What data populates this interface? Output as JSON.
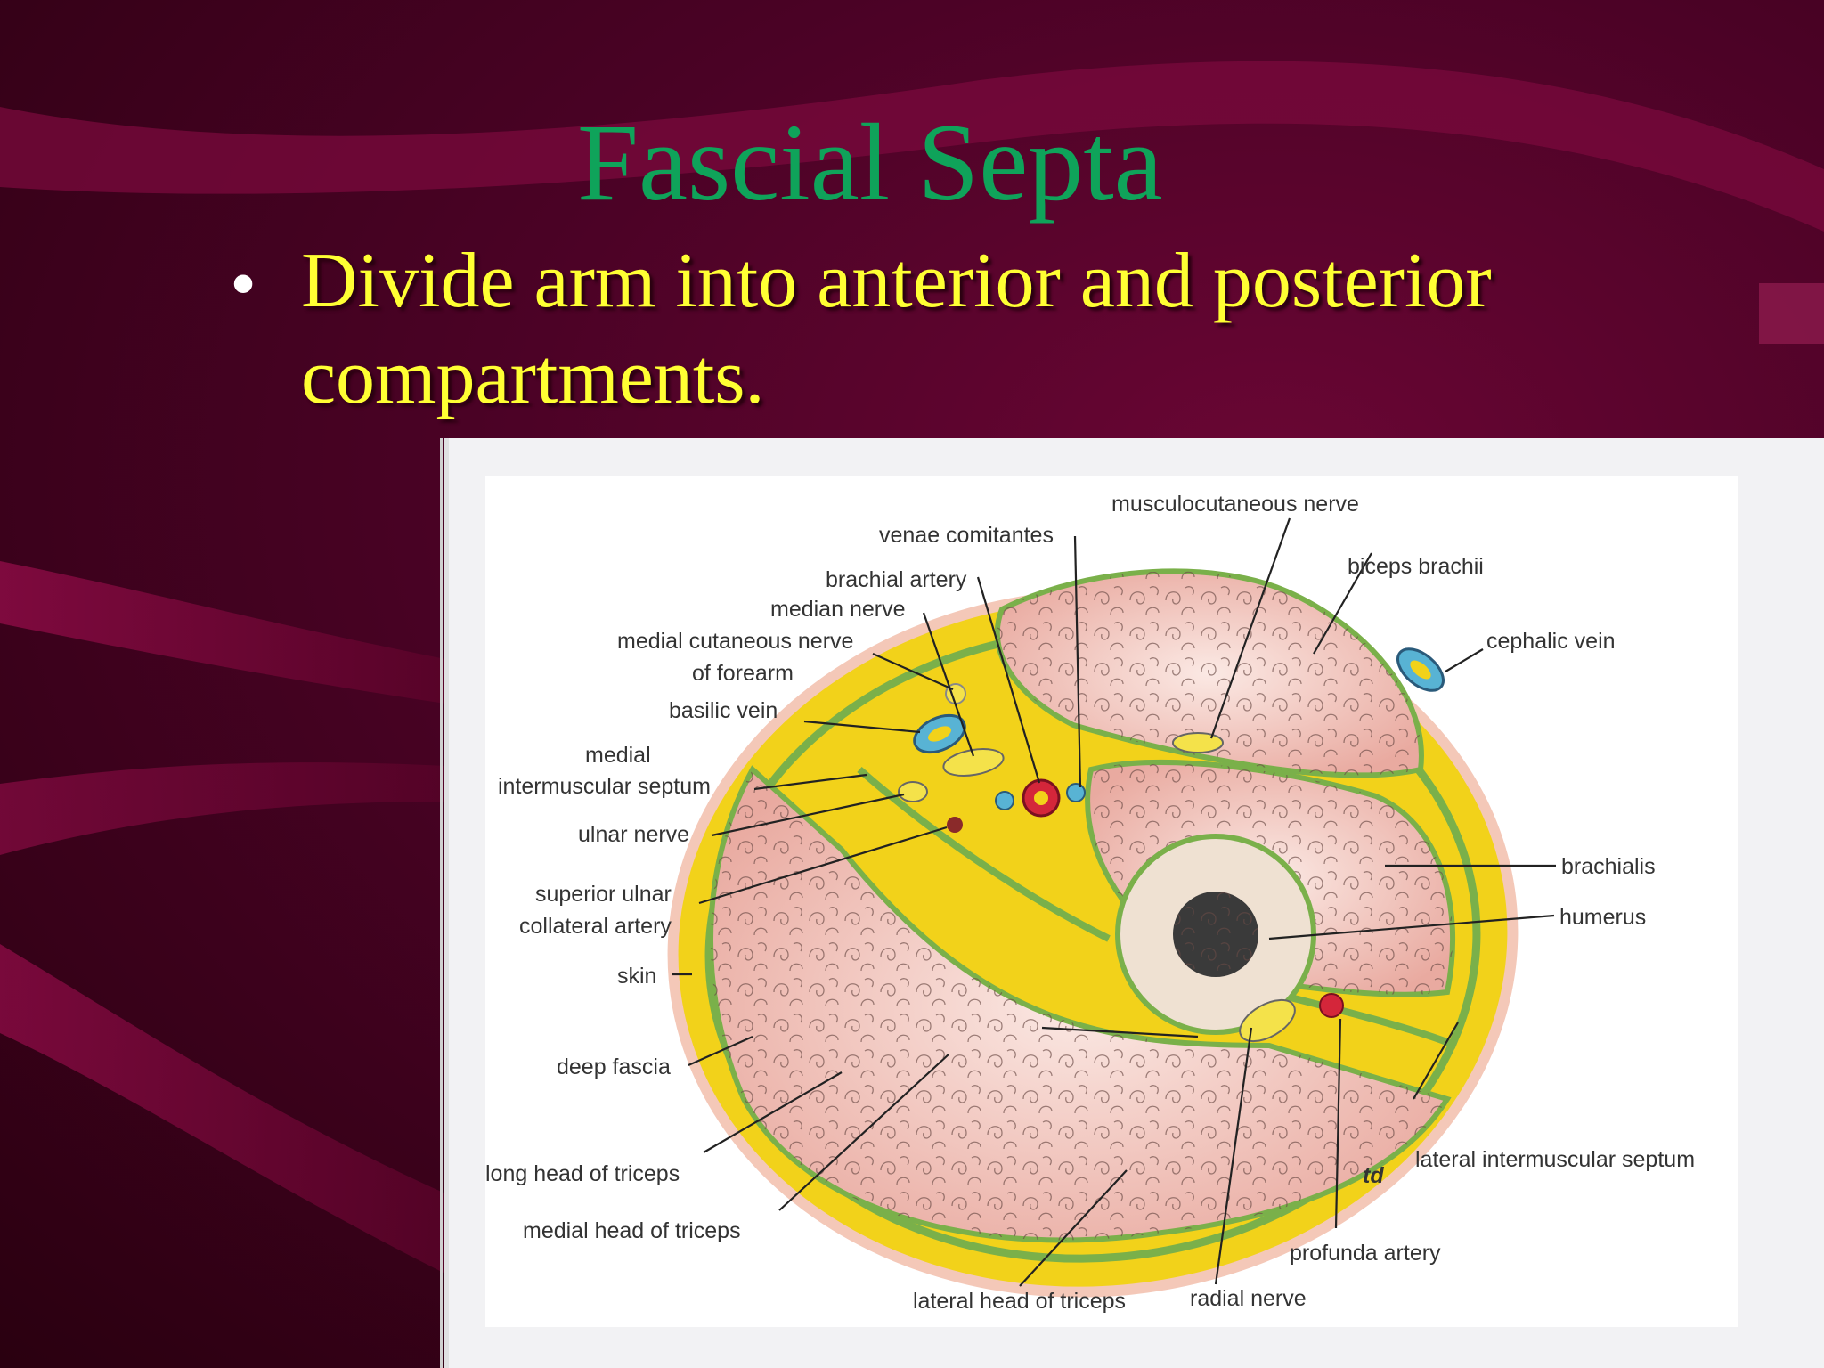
{
  "slide": {
    "title": "Fascial Septa",
    "bullet_symbol": "•",
    "bullet_text": "Divide arm into anterior and posterior compartments."
  },
  "diagram": {
    "signature": "td",
    "labels": {
      "musculocutaneous_nerve": "musculocutaneous nerve",
      "venae_comitantes": "venae comitantes",
      "biceps_brachii": "biceps brachii",
      "brachial_artery": "brachial artery",
      "median_nerve": "median nerve",
      "medial_cutaneous_nerve_line1": "medial cutaneous nerve",
      "medial_cutaneous_nerve_line2": "of forearm",
      "cephalic_vein": "cephalic vein",
      "basilic_vein": "basilic vein",
      "medial_septum_line1": "medial",
      "medial_septum_line2": "intermuscular septum",
      "ulnar_nerve": "ulnar nerve",
      "brachialis": "brachialis",
      "superior_ulnar_line1": "superior ulnar",
      "superior_ulnar_line2": "collateral artery",
      "humerus": "humerus",
      "skin": "skin",
      "deep_fascia": "deep fascia",
      "lateral_septum": "lateral intermuscular septum",
      "long_head_triceps": "long head of triceps",
      "medial_head_triceps": "medial head of triceps",
      "profunda_artery": "profunda artery",
      "lateral_head_triceps": "lateral head of triceps",
      "radial_nerve": "radial nerve"
    }
  }
}
